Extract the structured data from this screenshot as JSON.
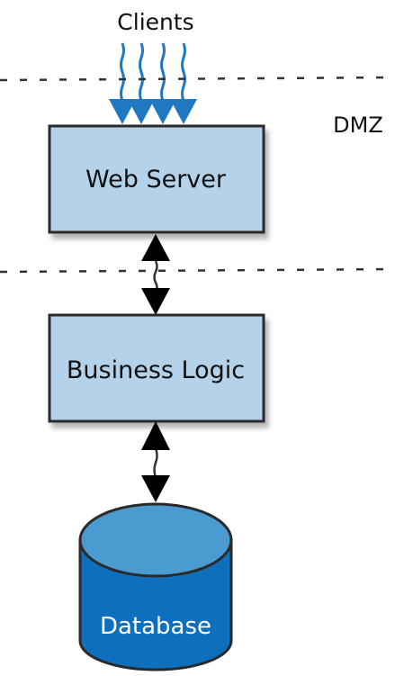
{
  "diagram": {
    "clients_label": "Clients",
    "zone_label": "DMZ",
    "nodes": {
      "web_server": "Web Server",
      "business_logic": "Business Logic",
      "database": "Database"
    }
  },
  "colors": {
    "box_fill": "#b4d3ea",
    "box_stroke": "#2a2a2a",
    "client_arrows": "#1f78c1",
    "db_body": "#0e6fbc",
    "db_top": "#4a9bd0",
    "connector": "#000000",
    "dashed_line": "#333333",
    "text": "#111111",
    "db_text": "#ffffff"
  }
}
